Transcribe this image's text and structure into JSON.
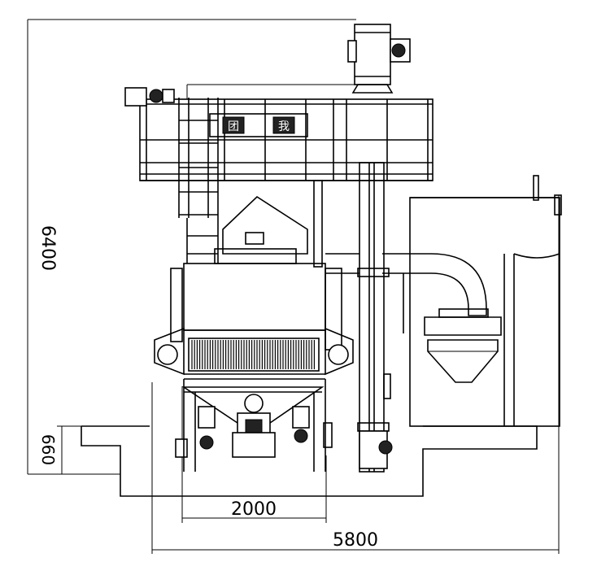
{
  "dimensions": {
    "height_total": "6400",
    "height_base": "660",
    "width_inner": "2000",
    "width_total": "5800"
  },
  "nameplate": {
    "left_glyph": "团",
    "right_glyph": "我"
  }
}
